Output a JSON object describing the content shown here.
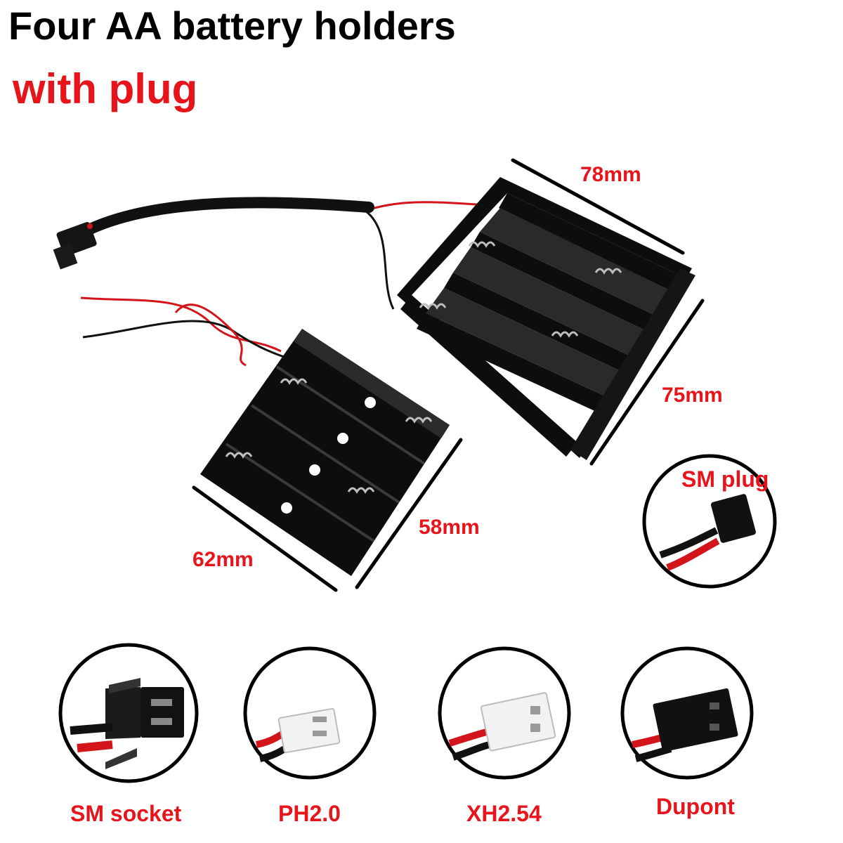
{
  "title": "Four AA battery holders",
  "subtitle": "with plug",
  "dimensions": {
    "large_width": "78mm",
    "large_height": "75mm",
    "small_width": "62mm",
    "small_height": "58mm"
  },
  "connectors": {
    "sm_plug": "SM plug",
    "sm_socket": "SM socket",
    "ph": "PH2.0",
    "xh": "XH2.54",
    "dupont": "Dupont"
  },
  "colors": {
    "title": "#000000",
    "accent": "#e8141b",
    "holder": "#0d0d0d",
    "wire_red": "#d4141b",
    "connector_white": "#f2f2f2"
  }
}
